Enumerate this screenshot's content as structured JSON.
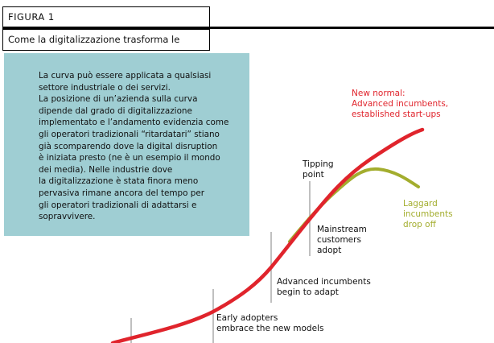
{
  "figure_label": "FIGURA 1",
  "title": "Come la digitalizzazione trasforma le imprese",
  "description": [
    "La curva può essere applicata a qualsiasi",
    "settore industriale o dei servizi.",
    "La posizione di un’azienda sulla curva",
    "dipende dal grado di digitalizzazione",
    "implementato e l’andamento evidenzia come",
    "gli operatori tradizionali “ritardatari” stiano",
    "già scomparendo dove la digital disruption",
    "è iniziata presto (ne è un esempio il mondo",
    "dei media). Nelle industrie dove",
    "la digitalizzazione è stata finora meno",
    "pervasiva rimane ancora del tempo per",
    "gli operatori tradizionali di adattarsi e",
    "sopravvivere."
  ],
  "labels": {
    "early": [
      "Early adopters",
      "embrace the new models"
    ],
    "advanced": [
      "Advanced incumbents",
      "begin to adapt"
    ],
    "mainstream": [
      "Mainstream",
      "customers",
      "adopt"
    ],
    "tipping": [
      "Tipping",
      "point"
    ],
    "new_normal": [
      "New normal:",
      "Advanced incumbents,",
      "established start-ups"
    ],
    "laggard": [
      "Laggard",
      "incumbents",
      "drop off"
    ]
  },
  "colors": {
    "panel": "#9fced3",
    "main_curve": "#e0242c",
    "laggard_curve": "#a3ad2e",
    "markers": "#aaaaaa"
  }
}
